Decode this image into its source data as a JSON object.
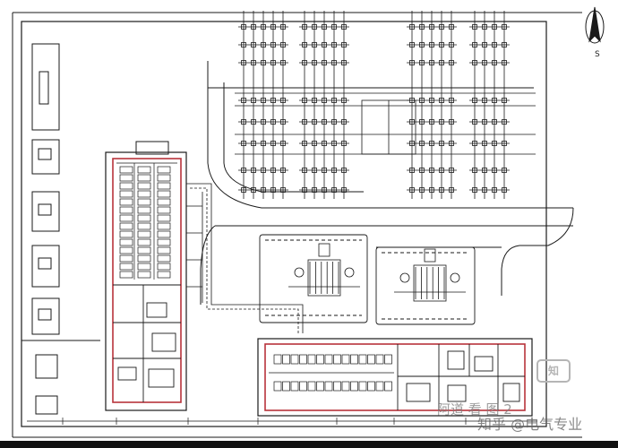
{
  "compass": {
    "label": "S"
  },
  "watermark": {
    "logo": "知",
    "overlay": "阿道 看 图 2",
    "credit": "知乎 @电气专业"
  },
  "colors": {
    "line": "#1a1a1a",
    "wall_red": "#b8333b",
    "background": "#ffffff"
  },
  "legend": {
    "icon": "compass-arrow-icon"
  }
}
